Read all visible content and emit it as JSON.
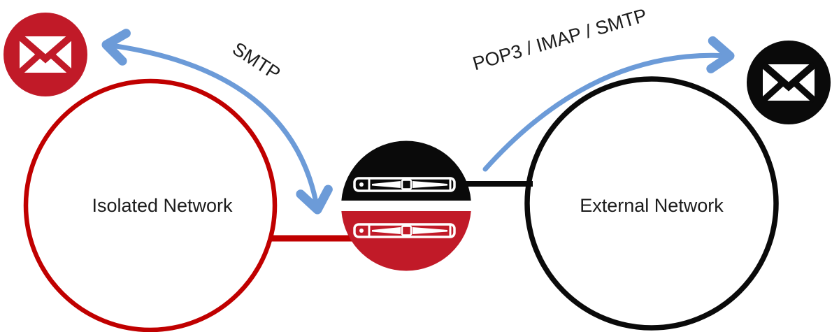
{
  "diagram": {
    "type": "network-topology",
    "nodes": {
      "isolated_network": {
        "label": "Isolated Network",
        "shape": "circle",
        "outline_color": "#c00000"
      },
      "external_network": {
        "label": "External Network",
        "shape": "circle",
        "outline_color": "#000000"
      },
      "gateway": {
        "shape": "split-circle",
        "top_half": {
          "color": "#000000",
          "icon": "server-icon",
          "connected_to": "external_network"
        },
        "bottom_half": {
          "color": "#c11a28",
          "icon": "server-icon",
          "connected_to": "isolated_network"
        }
      },
      "isolated_mailbox": {
        "icon": "mail-icon",
        "color": "#c11a28"
      },
      "external_mailbox": {
        "icon": "mail-icon",
        "color": "#000000"
      }
    },
    "connections": {
      "smtp_arrow": {
        "label": "SMTP",
        "style": "curved",
        "color": "#6c9bd8",
        "heads": "both",
        "from": "gateway",
        "to": "isolated_mailbox"
      },
      "pop3_arrow": {
        "label": "POP3 / IMAP / SMTP",
        "style": "curved",
        "color": "#6c9bd8",
        "heads": "end",
        "from": "gateway",
        "to": "external_mailbox"
      }
    }
  },
  "colors": {
    "background": "#ffffff",
    "white": "#ffffff",
    "black": "#0a0a0a",
    "red_accent": "#c11a28",
    "dark_red": "#c00000",
    "blue_arrow": "#6c9bd8",
    "text": "#1c1c1c"
  }
}
